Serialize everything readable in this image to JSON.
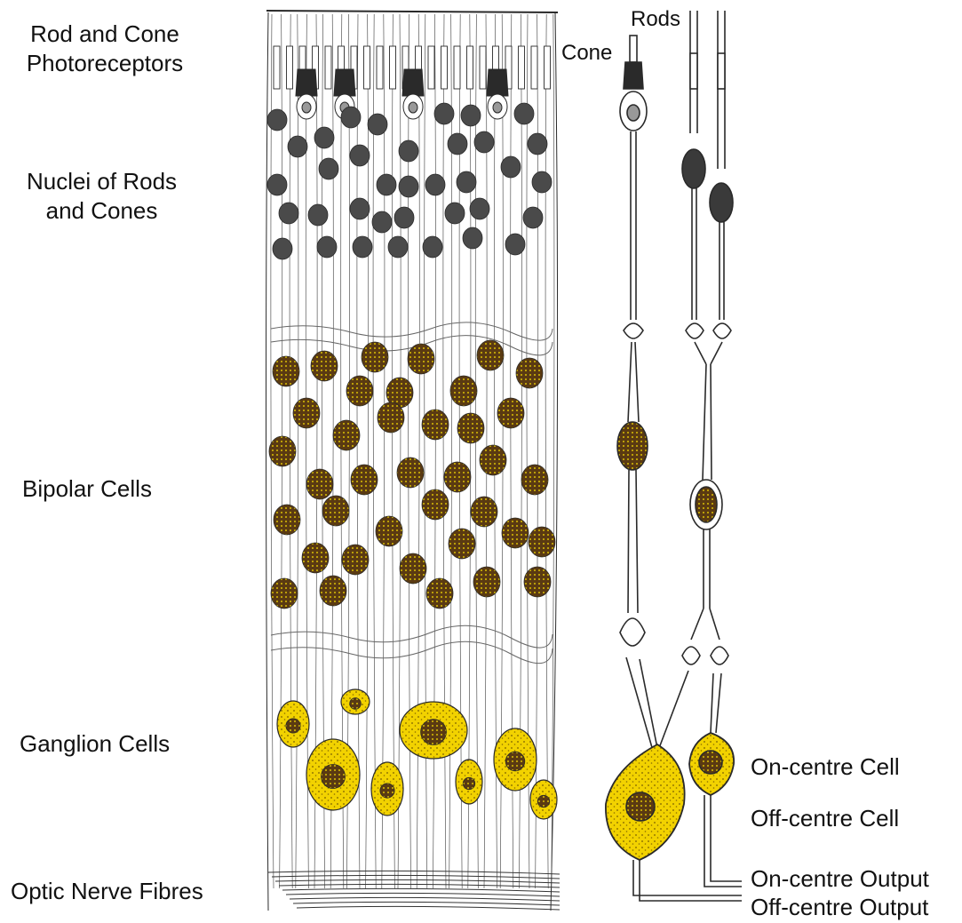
{
  "layers": {
    "photoreceptors": "Rod and Cone\nPhotoreceptors",
    "nuclei": "Nuclei of Rods\nand Cones",
    "bipolar": "Bipolar Cells",
    "ganglion": "Ganglion Cells",
    "optic": "Optic Nerve Fibres"
  },
  "pathway": {
    "rods": "Rods",
    "cone": "Cone",
    "on_cell": "On-centre Cell",
    "off_cell": "Off-centre Cell",
    "on_output": "On-centre Output",
    "off_output": "Off-centre Output"
  },
  "colors": {
    "ink": "#2a2a2a",
    "gray_nucleus": "#4a4a4a",
    "brown_nucleus": "#5a3a12",
    "yellow": "#f2d200",
    "yellow_dots": "#ffe600"
  }
}
